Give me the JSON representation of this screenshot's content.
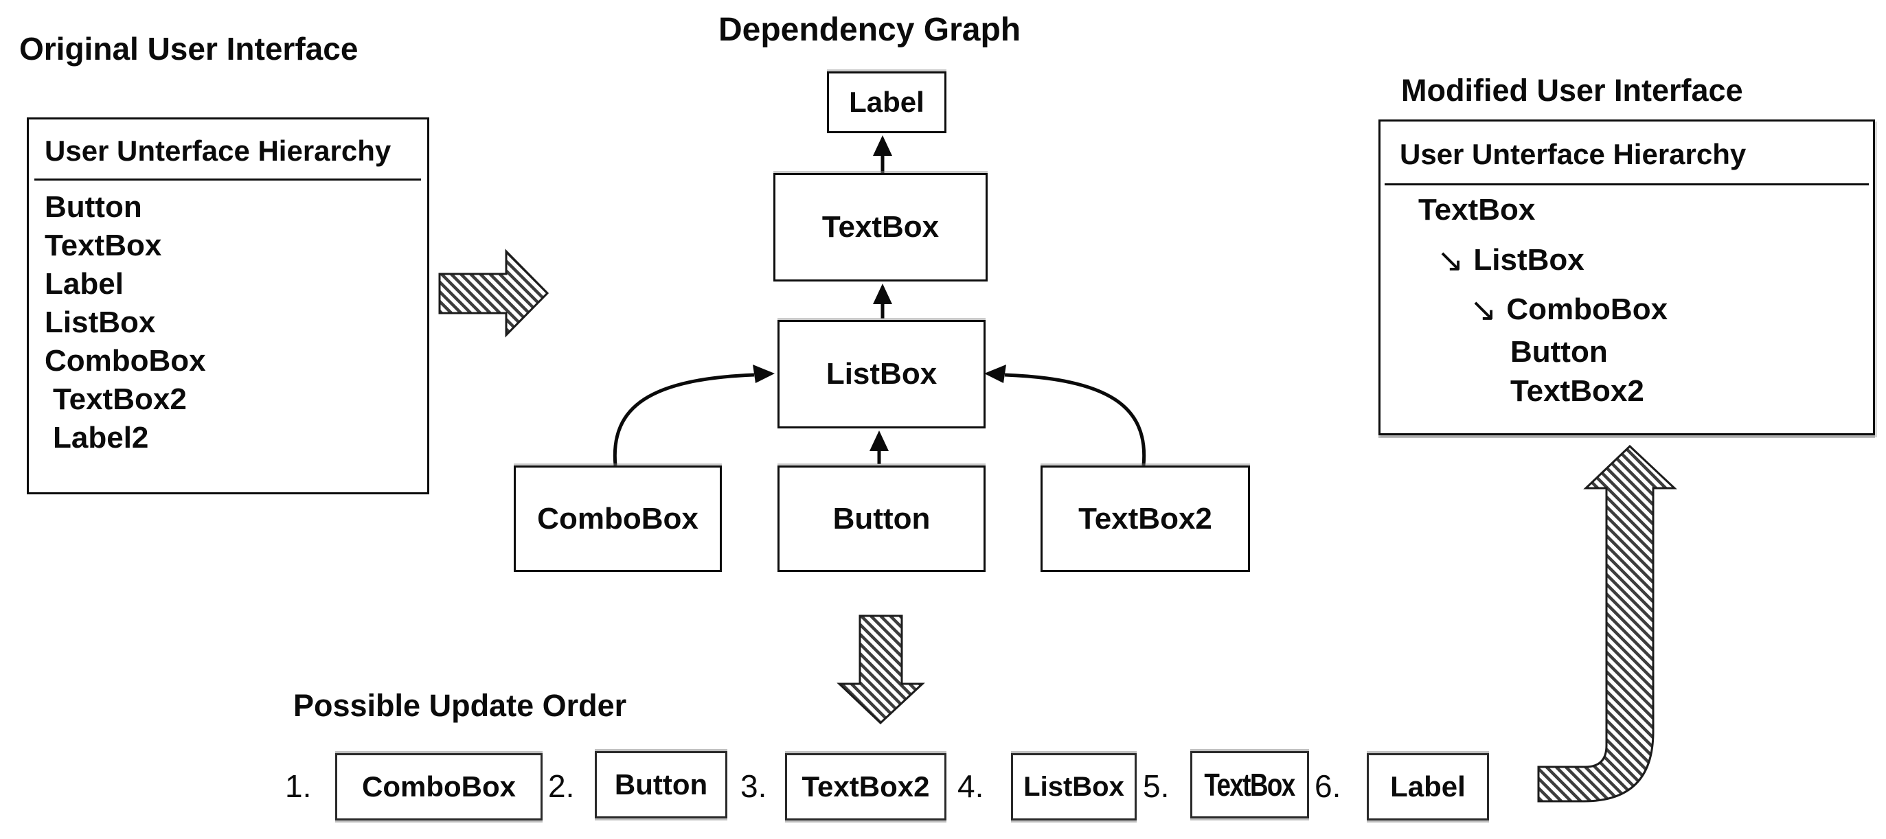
{
  "titles": {
    "original": "Original User Interface",
    "dependency": "Dependency Graph",
    "modified": "Modified User Interface",
    "update_order": "Possible Update Order"
  },
  "original_panel": {
    "title": "User Unterface Hierarchy",
    "items": [
      "Button",
      "TextBox",
      "Label",
      "ListBox",
      "ComboBox",
      "TextBox2",
      "Label2"
    ]
  },
  "dependency_graph": {
    "nodes": {
      "label": "Label",
      "textbox": "TextBox",
      "listbox": "ListBox",
      "combobox": "ComboBox",
      "button": "Button",
      "textbox2": "TextBox2"
    },
    "edges": [
      {
        "from": "TextBox",
        "to": "Label"
      },
      {
        "from": "ListBox",
        "to": "TextBox"
      },
      {
        "from": "ComboBox",
        "to": "ListBox"
      },
      {
        "from": "Button",
        "to": "ListBox"
      },
      {
        "from": "TextBox2",
        "to": "ListBox"
      }
    ]
  },
  "modified_panel": {
    "title": "User Unterface Hierarchy",
    "arrow_glyph": "↘",
    "items": [
      {
        "label": "TextBox",
        "indent": 0,
        "arrow": false
      },
      {
        "label": "ListBox",
        "indent": 1,
        "arrow": true
      },
      {
        "label": "ComboBox",
        "indent": 2,
        "arrow": true
      },
      {
        "label": "Button",
        "indent": 2,
        "arrow": false
      },
      {
        "label": "TextBox2",
        "indent": 2,
        "arrow": false
      }
    ]
  },
  "update_order": {
    "steps": [
      {
        "num": "1.",
        "label": "ComboBox"
      },
      {
        "num": "2.",
        "label": "Button"
      },
      {
        "num": "3.",
        "label": "TextBox2"
      },
      {
        "num": "4.",
        "label": "ListBox"
      },
      {
        "num": "5.",
        "label": "TextBox"
      },
      {
        "num": "6.",
        "label": "Label"
      }
    ]
  },
  "colors": {
    "ink": "#0b0b0b",
    "background": "#ffffff",
    "hatch_stripe": "#3d3d3d"
  }
}
